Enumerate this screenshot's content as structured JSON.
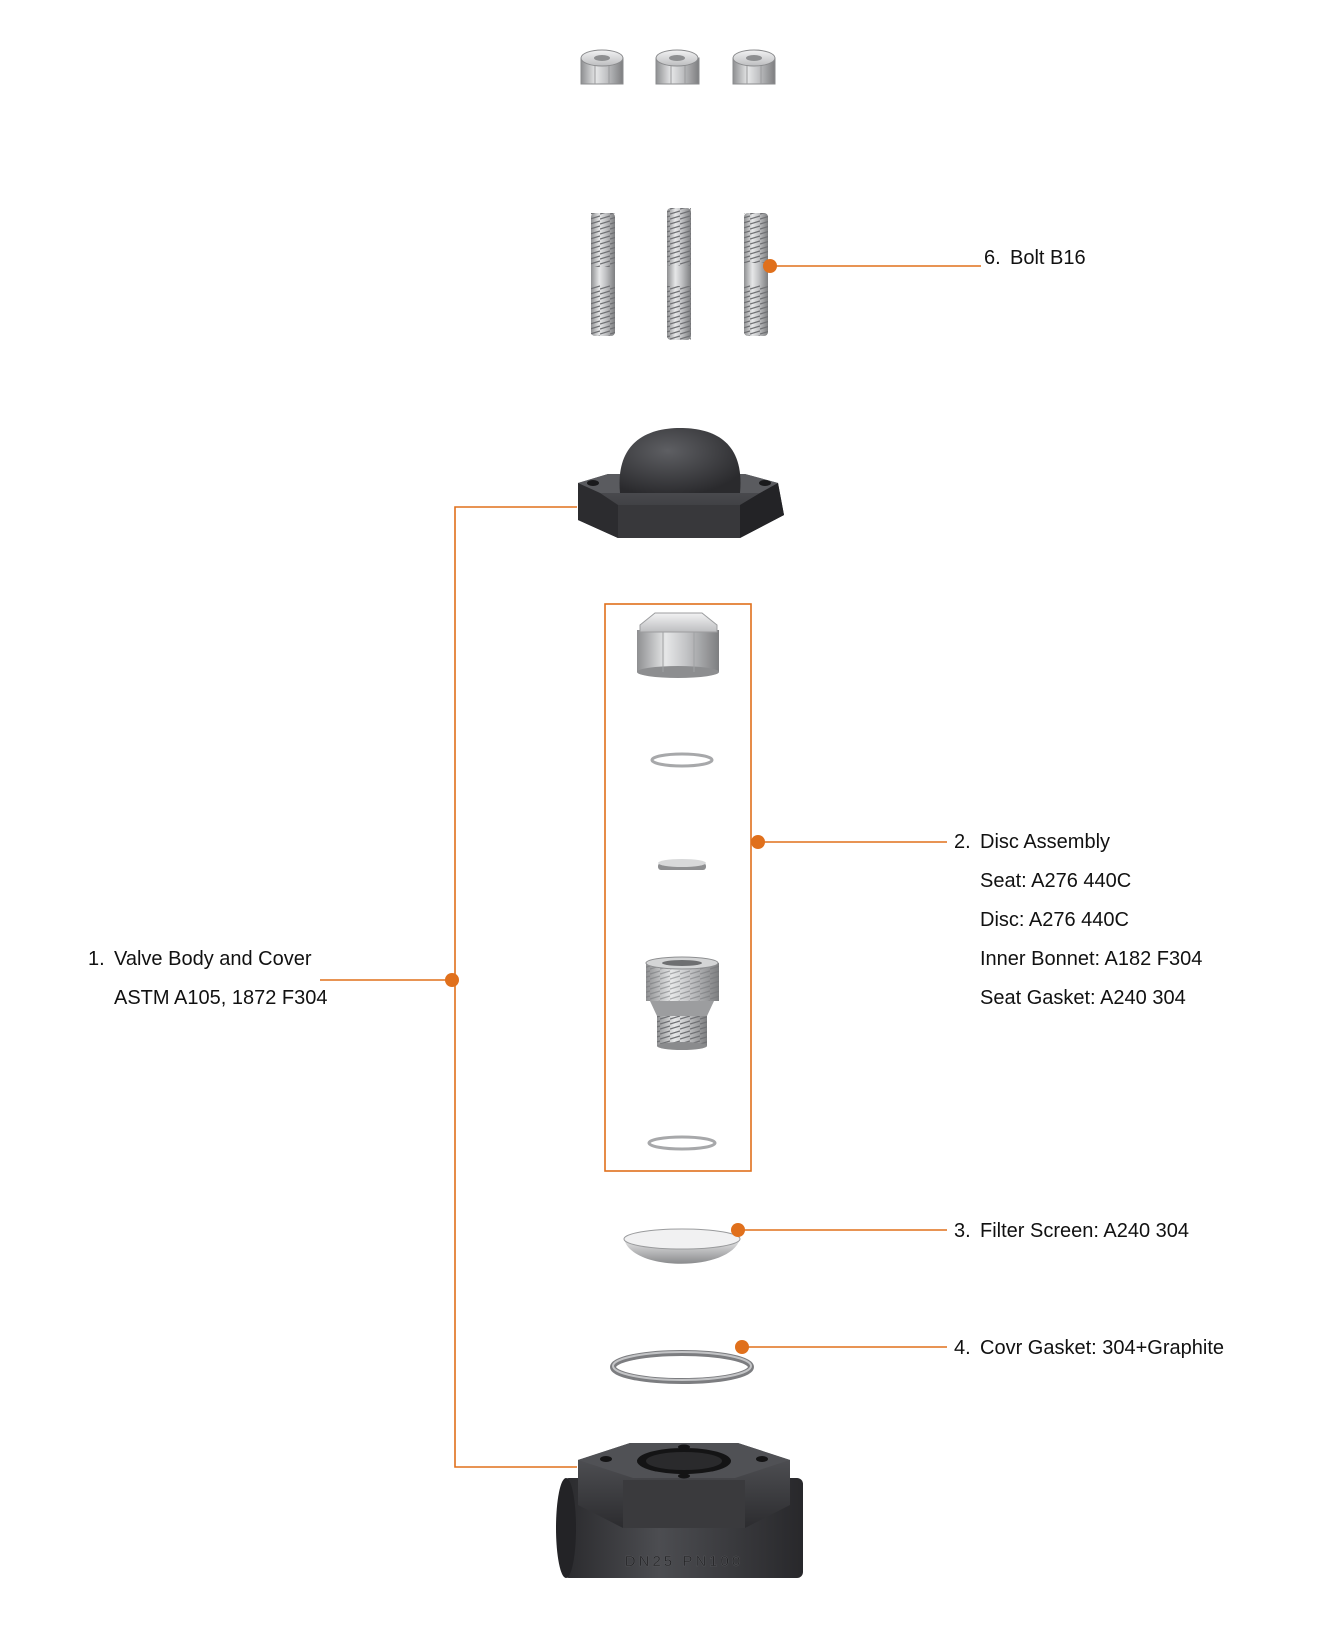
{
  "callouts": {
    "part1": {
      "number": "1.",
      "title": "Valve Body and Cover",
      "material": "ASTM A105, 1872 F304"
    },
    "part2": {
      "number": "2.",
      "title": "Disc Assembly",
      "lines": [
        "Seat: A276 440C",
        "Disc: A276 440C",
        "Inner Bonnet: A182 F304",
        "Seat Gasket: A240 304"
      ]
    },
    "part3": {
      "number": "3.",
      "title": "Filter Screen: A240 304"
    },
    "part4": {
      "number": "4.",
      "title": "Covr Gasket: 304+Graphite"
    },
    "part6": {
      "number": "6.",
      "title": "Bolt B16"
    }
  },
  "body_marking": "DN25 PN100",
  "colors": {
    "accent": "#e0701c",
    "metal_dark": "#3a3a3c",
    "steel": "#b8b9bb"
  }
}
